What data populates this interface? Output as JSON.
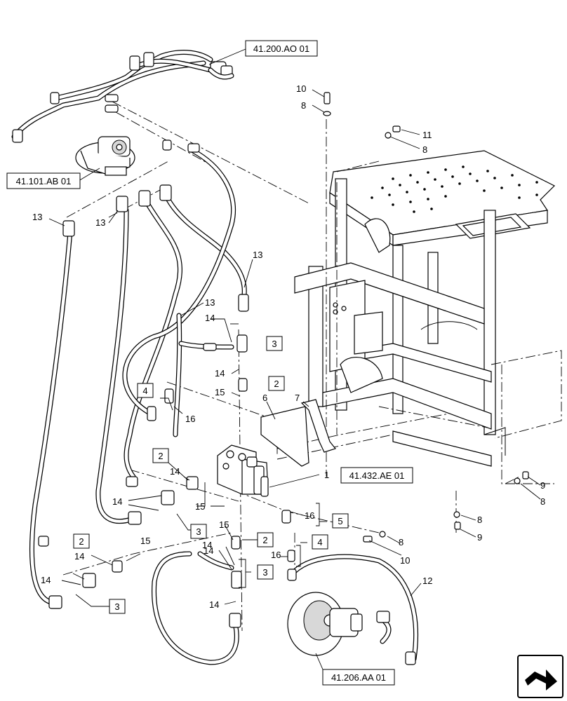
{
  "references": {
    "ref_top": "41.200.AO 01",
    "ref_left": "41.101.AB 01",
    "ref_valve": "41.432.AE 01",
    "ref_pump": "41.206.AA 01"
  },
  "callouts": {
    "c13a": "13",
    "c13b": "13",
    "c13c": "13",
    "c13d": "13",
    "c10a": "10",
    "c8a": "8",
    "c11": "11",
    "c8b": "8",
    "c14a": "14",
    "c14b": "14",
    "c15a": "15",
    "c16a": "16",
    "c6": "6",
    "c7": "7",
    "c14c": "14",
    "c14d": "14",
    "c15b": "15",
    "c1": "1",
    "c15c": "15",
    "c16b": "16",
    "c14e": "14",
    "c14f": "14",
    "c15d": "15",
    "c14g": "14",
    "c14h": "14",
    "c14i": "14",
    "c16c": "16",
    "c8c": "8",
    "c10b": "10",
    "c12": "12",
    "c9a": "9",
    "c8d": "8",
    "c8e": "8",
    "c9b": "9"
  },
  "boxes": {
    "b3a": "3",
    "b2a": "2",
    "b4a": "4",
    "b2b": "2",
    "b3b": "3",
    "b5": "5",
    "b2c": "2",
    "b4b": "4",
    "b2d": "2",
    "b3c": "3",
    "b3d": "3"
  },
  "nav": {
    "icon": "next-page-arrow-icon"
  }
}
